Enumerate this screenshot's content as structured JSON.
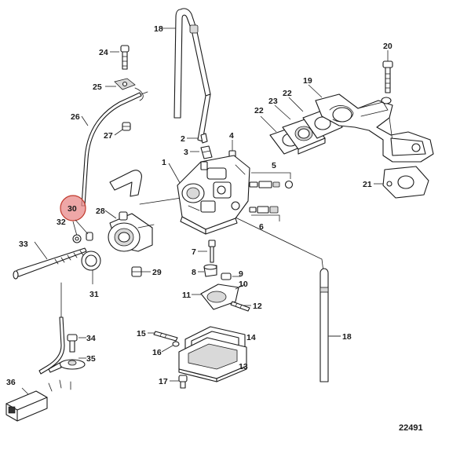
{
  "diagram": {
    "reference_number": "22491",
    "highlighted_callout": "30",
    "highlight_color": "#e88a8a",
    "callouts": [
      "1",
      "2",
      "3",
      "4",
      "5",
      "6",
      "7",
      "8",
      "9",
      "10",
      "11",
      "12",
      "13",
      "14",
      "15",
      "16",
      "17",
      "18",
      "18",
      "19",
      "20",
      "21",
      "22",
      "22",
      "23",
      "24",
      "25",
      "26",
      "27",
      "28",
      "29",
      "30",
      "31",
      "32",
      "33",
      "34",
      "35",
      "36"
    ]
  }
}
